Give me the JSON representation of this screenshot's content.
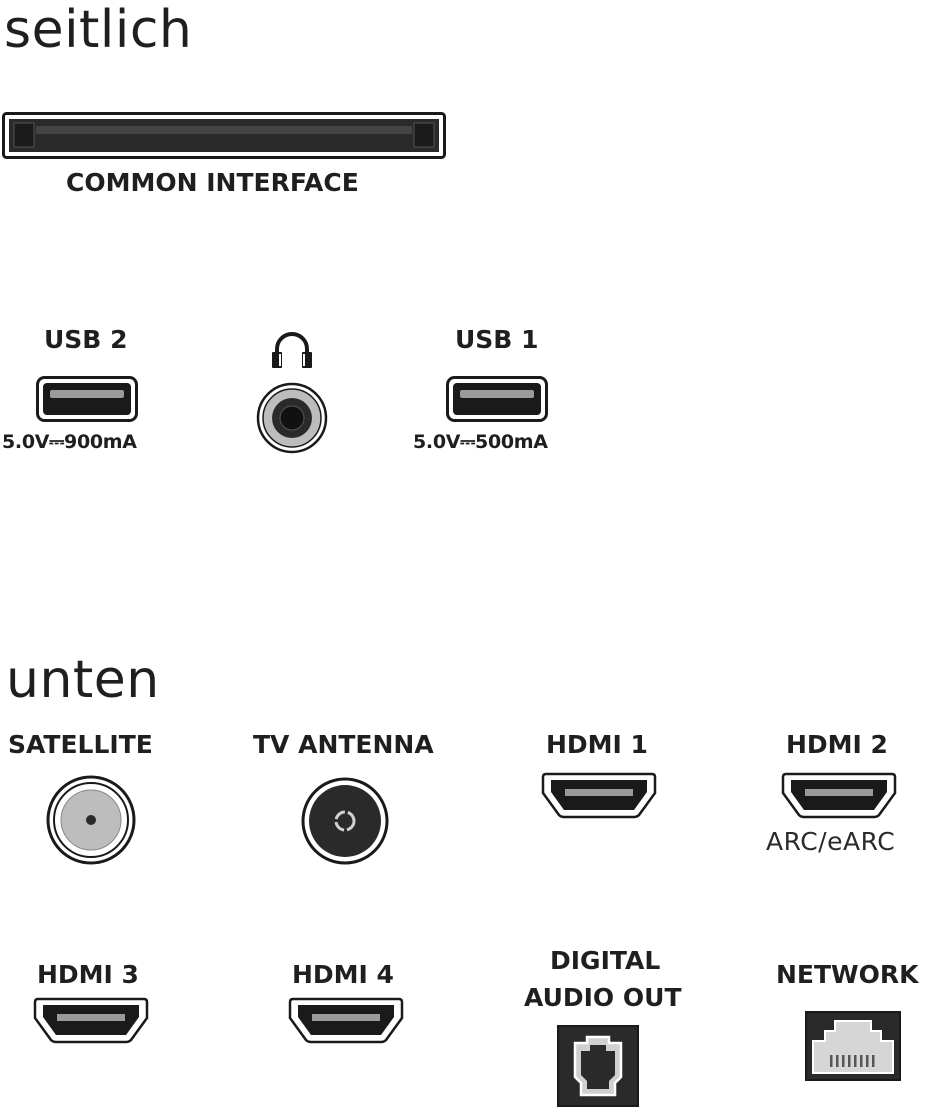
{
  "side": {
    "title": "seitlich",
    "common_interface": {
      "label": "COMMON INTERFACE"
    },
    "usb2": {
      "label": "USB 2",
      "spec": "5.0V⎓900mA"
    },
    "headphone": {
      "icon": "headphones-icon"
    },
    "usb1": {
      "label": "USB 1",
      "spec": "5.0V⎓500mA"
    }
  },
  "bottom": {
    "title": "unten",
    "satellite": {
      "label": "SATELLITE"
    },
    "tv_antenna": {
      "label": "TV ANTENNA"
    },
    "hdmi1": {
      "label": "HDMI 1"
    },
    "hdmi2": {
      "label": "HDMI 2",
      "sub": "ARC/eARC"
    },
    "hdmi3": {
      "label": "HDMI 3"
    },
    "hdmi4": {
      "label": "HDMI 4"
    },
    "digital_audio_out": {
      "label_line1": "DIGITAL",
      "label_line2": "AUDIO OUT"
    },
    "network": {
      "label": "NETWORK"
    }
  },
  "colors": {
    "port_dark": "#1a1a1a",
    "port_gray": "#b8b8b8",
    "text": "#1f1f1f"
  }
}
